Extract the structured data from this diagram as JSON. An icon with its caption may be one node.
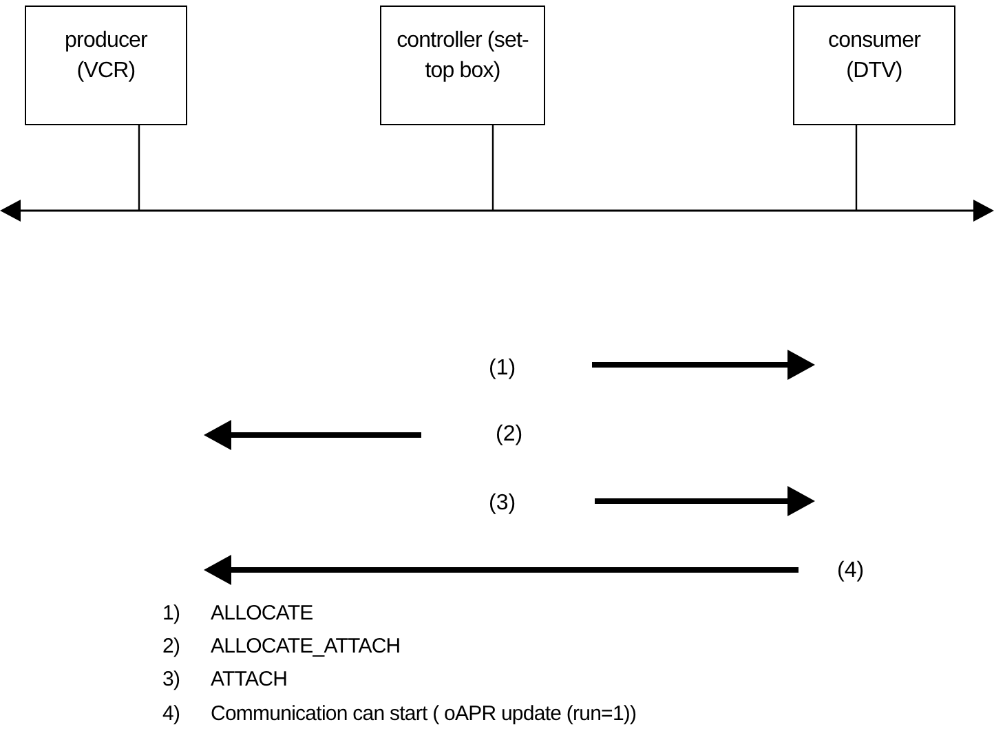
{
  "diagram": {
    "nodes": [
      {
        "text": [
          "producer (VCR)"
        ]
      },
      {
        "text": [
          "controller (set-top box)"
        ]
      },
      {
        "text": [
          "consumer (DTV)"
        ]
      },
      {
        "text": [],
        "shape": "bar"
      }
    ],
    "edges": [
      {
        "from": 0,
        "to": 3,
        "arrow": "none"
      },
      {
        "from": 1,
        "to": 3,
        "arrow": "none"
      },
      {
        "from": 2,
        "to": 3,
        "arrow": "none"
      }
    ],
    "labels": [
      "(1)",
      "(2)",
      "(3)",
      "(4)",
      "1)",
      "ALLOCATE",
      "2)",
      "ALLOCATE_ATTACH",
      "3)",
      "ATTACH",
      "4)",
      "Communication can start ( oAPR update (run=1))"
    ]
  }
}
